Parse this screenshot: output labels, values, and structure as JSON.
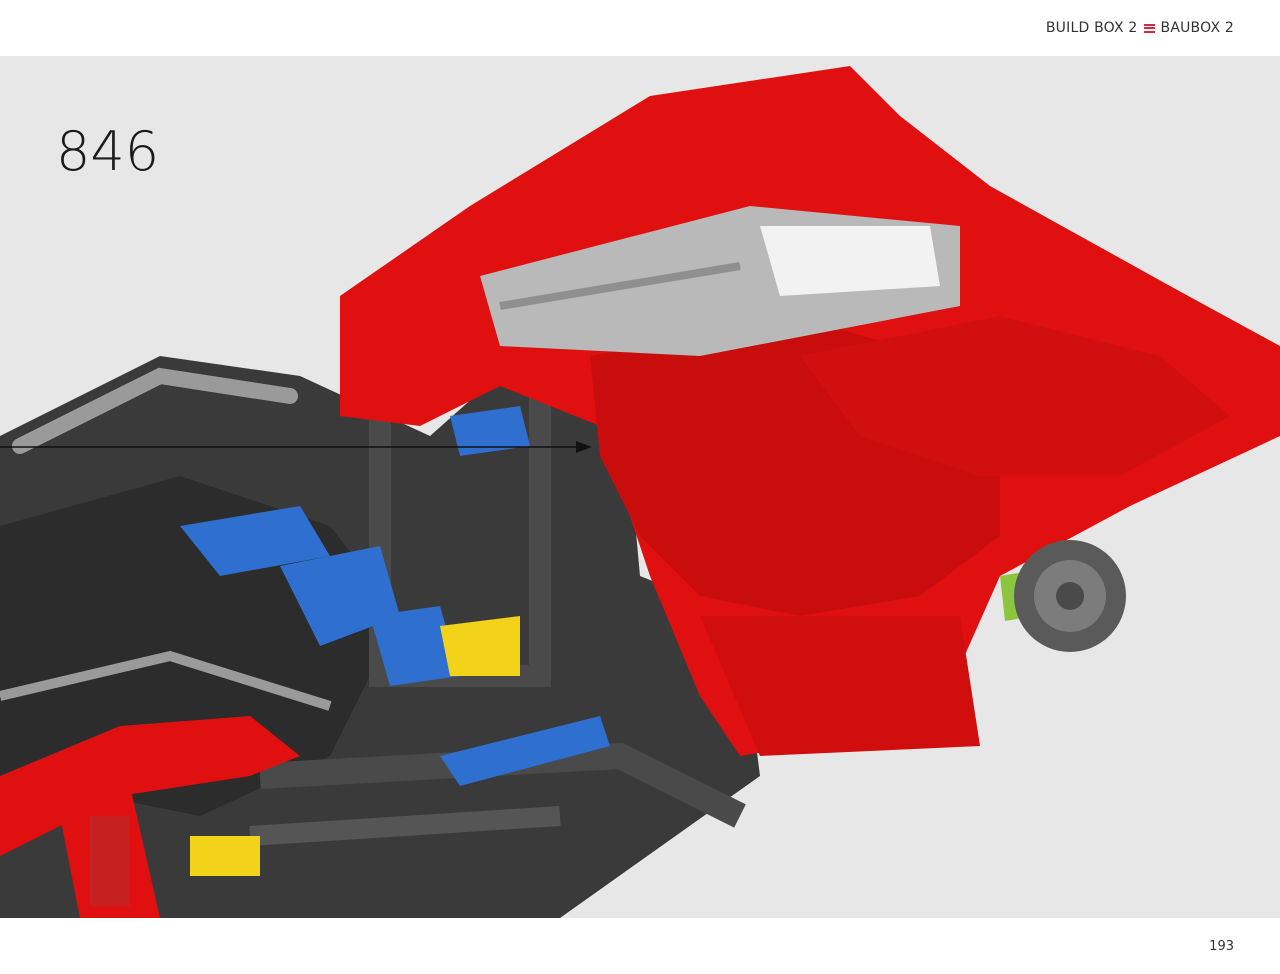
{
  "header": {
    "build_box_en": "BUILD BOX 2",
    "menu_icon": "menu-lines-icon",
    "build_box_de": "BAUBOX 2",
    "accent_color": "#d6283b"
  },
  "step": {
    "number": "846"
  },
  "illustration": {
    "subject": "lego-technic-car-model-icon",
    "colors": {
      "body_red": "#e01010",
      "frame_dark": "#3a3a3a",
      "frame_gray": "#9a9a9a",
      "accent_blue": "#2f6fd0",
      "accent_yellow": "#f3d21a",
      "accent_lime": "#8cc63f"
    }
  },
  "footer": {
    "page_number": "193"
  }
}
